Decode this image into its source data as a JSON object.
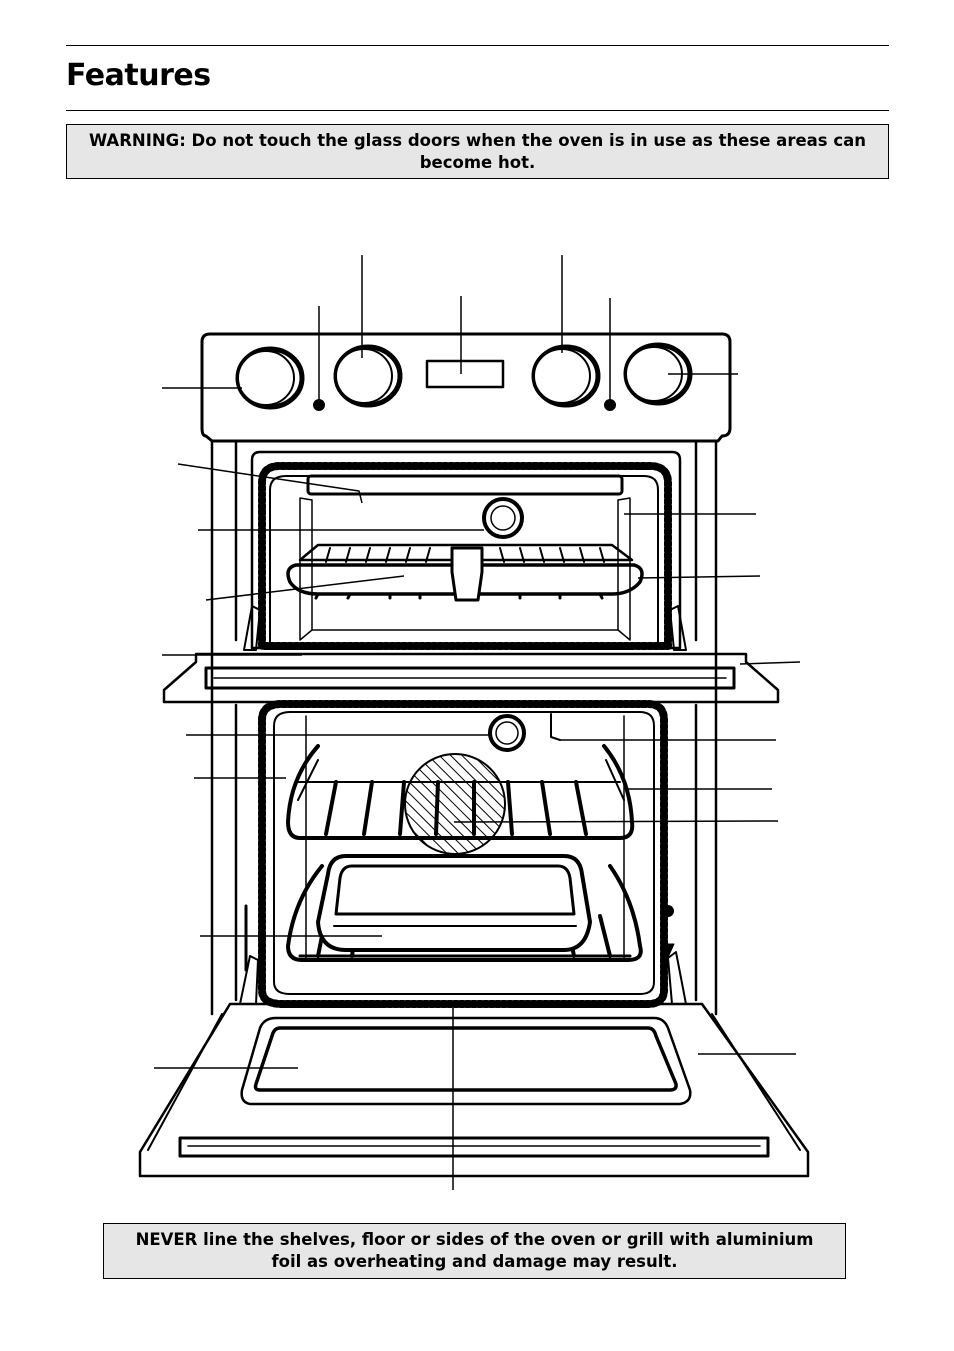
{
  "header": {
    "title": "Features"
  },
  "warning_box": {
    "text": "WARNING: Do not touch the glass doors when the oven is in use as these areas can become hot."
  },
  "diagram": {
    "subject": "double-oven-front-view",
    "callout_labels": []
  },
  "notice_box": {
    "text": "NEVER line the shelves, floor or sides of the oven or grill with aluminium foil as overheating and damage may result."
  },
  "colors": {
    "box_fill": "#e6e6e6",
    "line": "#000000"
  }
}
